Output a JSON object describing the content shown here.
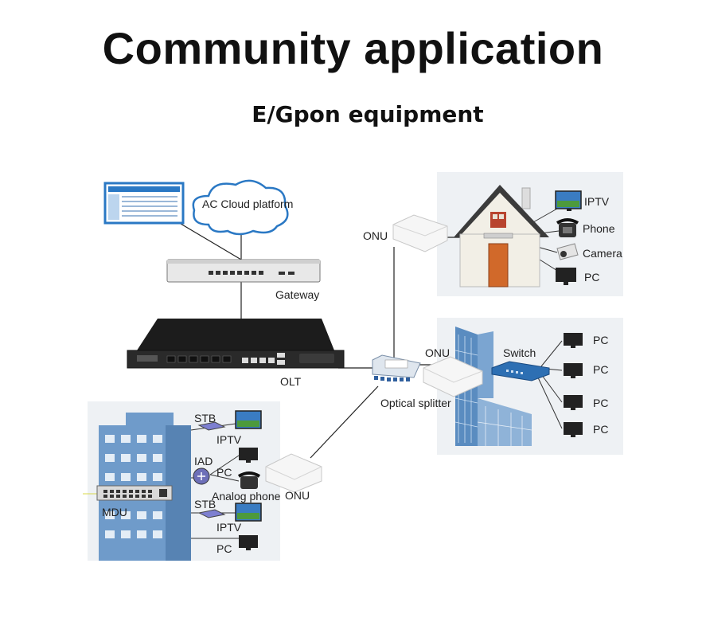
{
  "title": "Community application",
  "subtitle": "E/Gpon equipment",
  "nodes": {
    "cloud": "AC Cloud platform",
    "gateway": "Gateway",
    "olt": "OLT",
    "onu_home": "ONU",
    "onu_office": "ONU",
    "onu_mdu": "ONU",
    "splitter": "Optical splitter",
    "switch": "Switch",
    "mdu": "MDU"
  },
  "home_devices": [
    "IPTV",
    "Phone",
    "Camera",
    "PC"
  ],
  "office_devices": [
    "PC",
    "PC",
    "PC",
    "PC"
  ],
  "mdu_devices": {
    "stb1": "STB",
    "iptv1": "IPTV",
    "iad": "IAD",
    "pc1": "PC",
    "analog_phone": "Analog phone",
    "stb2": "STB",
    "iptv2": "IPTV",
    "pc2": "PC"
  },
  "colors": {
    "screen_blue": "#1f6fb8",
    "switch_blue": "#2d6fb3",
    "house_red": "#b8442f",
    "door_orange": "#d1692a",
    "building_blue": "#5a8cc0"
  }
}
